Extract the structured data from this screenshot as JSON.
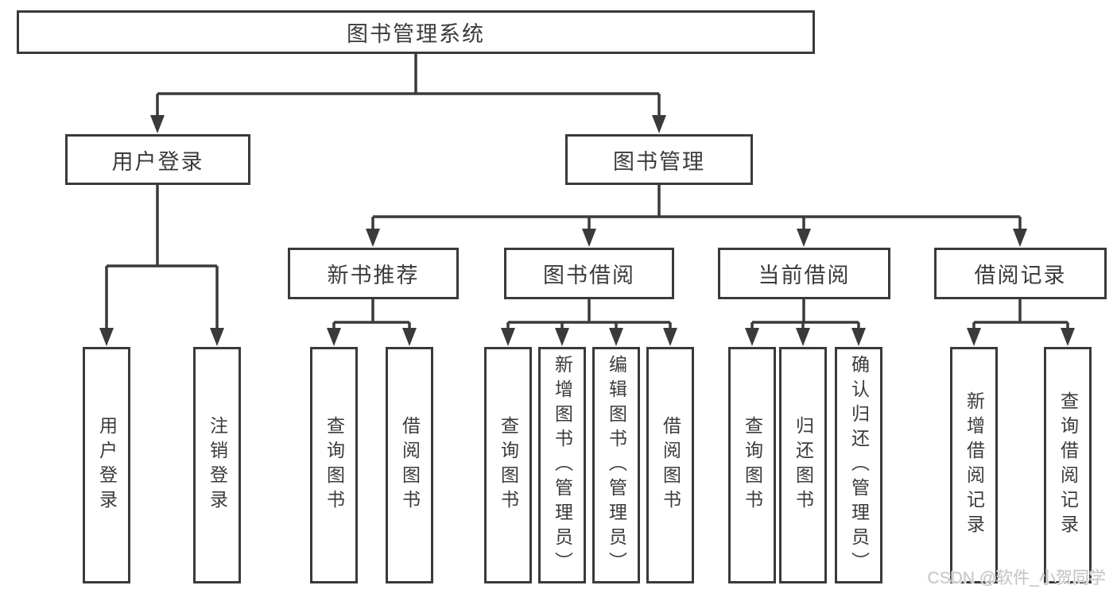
{
  "diagram": {
    "colors": {
      "line": "#3a3a3a",
      "text": "#3b3b3b",
      "box_background": "#ffffff",
      "page_background": "#ffffff",
      "watermark": "#c6c6c6"
    },
    "nodes": {
      "root": "图书管理系统",
      "user_login": "用户登录",
      "book_mgmt": "图书管理",
      "new_book": "新书推荐",
      "book_borrow": "图书借阅",
      "current_borrow": "当前借阅",
      "borrow_record": "借阅记录",
      "leaves": {
        "user_login": [
          "用户登录",
          "注销登录"
        ],
        "new_book": [
          "查询图书",
          "借阅图书"
        ],
        "book_borrow": [
          "查询图书",
          "新增图书（管理员）",
          "编辑图书（管理员）",
          "借阅图书"
        ],
        "current_borrow": [
          "查询图书",
          "归还图书",
          "确认归还（管理员）"
        ],
        "borrow_record": [
          "新增借阅记录",
          "查询借阅记录"
        ]
      }
    },
    "watermark": "CSDN @软件_小贺同学"
  }
}
